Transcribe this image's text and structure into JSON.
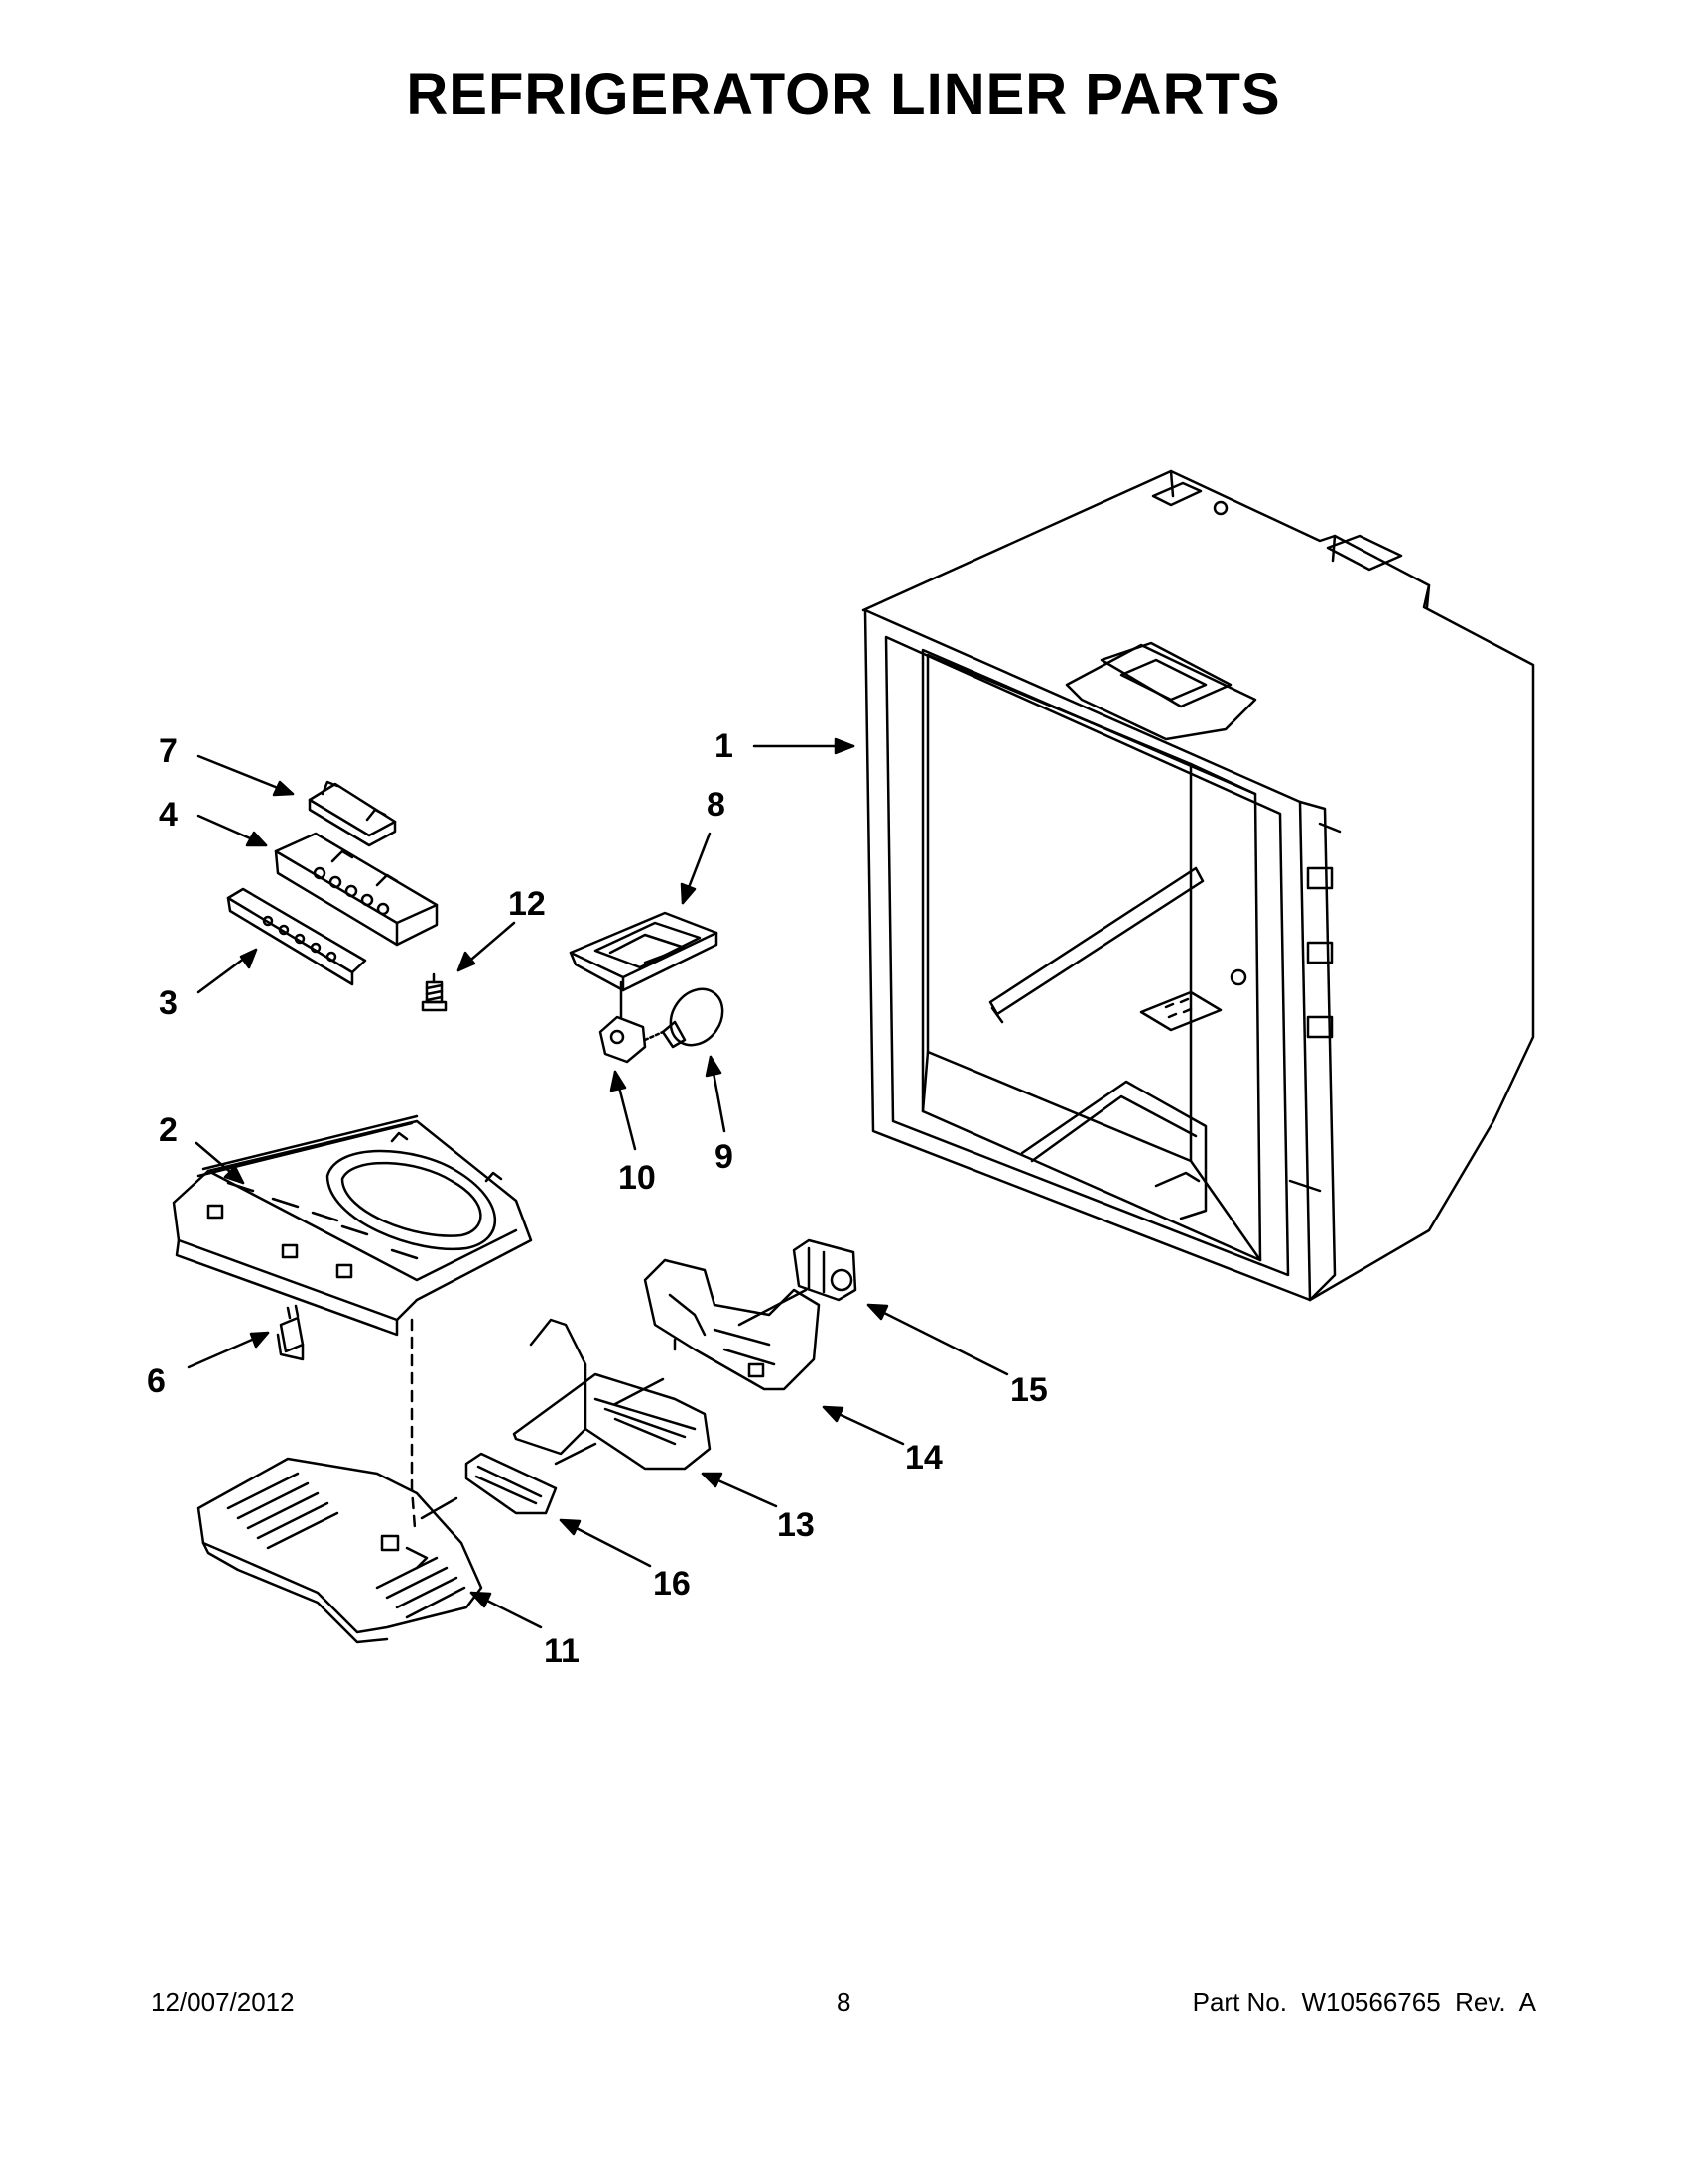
{
  "header": {
    "title": "REFRIGERATOR LINER PARTS"
  },
  "callouts": [
    "1",
    "2",
    "3",
    "4",
    "6",
    "7",
    "8",
    "9",
    "10",
    "11",
    "12",
    "13",
    "14",
    "15",
    "16"
  ],
  "footer": {
    "date": "12/007/2012",
    "page": "8",
    "part_number": "Part No.  W10566765  Rev.  A"
  }
}
